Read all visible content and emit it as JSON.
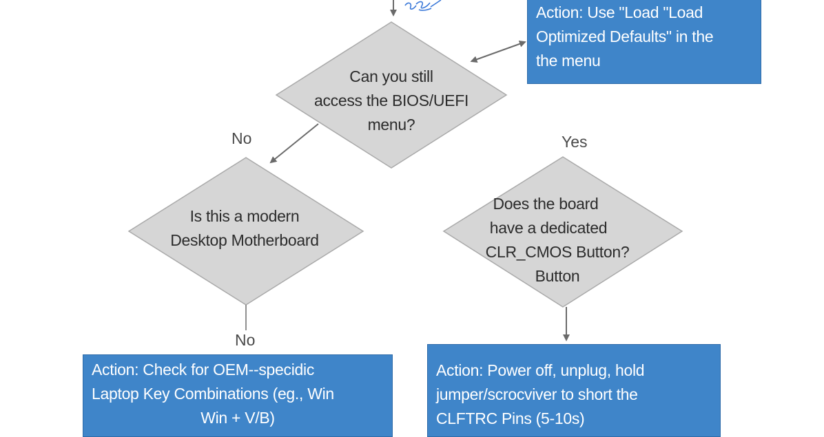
{
  "colors": {
    "action_fill": "#3f85c9",
    "action_border": "#2d6aa8",
    "decision_fill": "#d6d6d6",
    "decision_border": "#a9a9a9",
    "arrow": "#6a6a6a",
    "scribble": "#3a78d8"
  },
  "decisions": {
    "bios_access": [
      "Can you still",
      "access the BIOS/UEFI",
      "menu?"
    ],
    "modern_desktop": [
      "Is this a modern",
      "Desktop Motherboard"
    ],
    "clr_cmos_button": [
      "Does the board",
      "have a dedicated",
      "CLR_CMOS Button?",
      "Button"
    ]
  },
  "actions": {
    "load_defaults": [
      "Action: Use \"Load \"Load",
      "Optimized Defaults\" in the",
      "the menu"
    ],
    "oem_key_combo": [
      "Action: Check for OEM--specidic",
      "Laptop Key Combinations (eg., Win",
      "Win + V/B)"
    ],
    "short_pins": [
      "Action: Power off, unplug, hold",
      "jumper/scrocviver to short the",
      "CLFTRC Pins (5-10s)"
    ]
  },
  "edge_labels": {
    "no_from_bios": "No",
    "yes_from_bios": "Yes",
    "no_from_desktop": "No"
  }
}
